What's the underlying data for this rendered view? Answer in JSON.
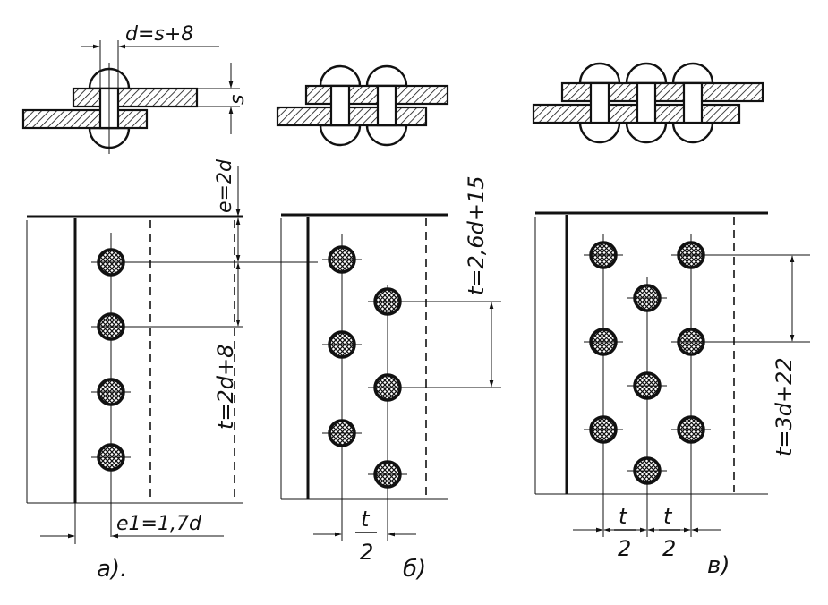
{
  "labels": {
    "a_diameter": "d=s+8",
    "a_thickness": "s",
    "a_edge": "e=2d",
    "a_pitch": "t=2d+8",
    "a_edge_side": "e1=1,7d",
    "a_caption": "а).",
    "b_pitch": "t=2,6d+15",
    "b_half_num": "t",
    "b_half_den": "2",
    "b_caption": "б)",
    "c_pitch": "t=3d+22",
    "c_half1_num": "t",
    "c_half1_den": "2",
    "c_half2_num": "t",
    "c_half2_den": "2",
    "c_caption": "в)"
  },
  "variants": [
    {
      "id": "a",
      "rows": 1,
      "rivets_per_row": [
        4
      ]
    },
    {
      "id": "b",
      "rows": 2,
      "rivets_per_row": [
        3,
        3
      ]
    },
    {
      "id": "c",
      "rows": 3,
      "rivets_per_row": [
        3,
        3,
        3
      ]
    }
  ]
}
